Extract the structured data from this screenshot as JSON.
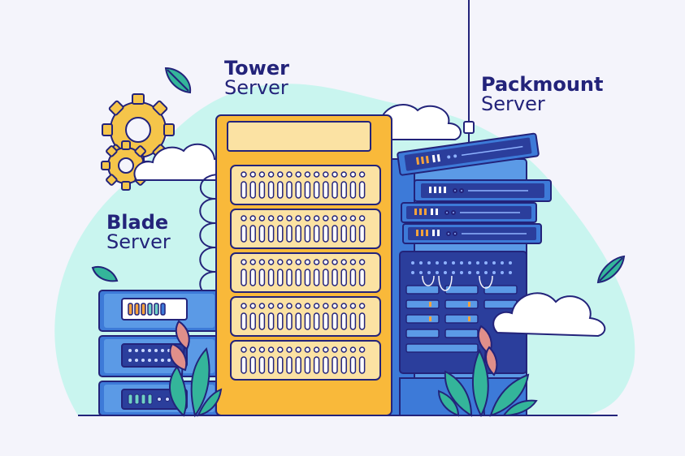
{
  "labels": {
    "tower": {
      "bold": "Tower",
      "normal": "Server"
    },
    "packmount": {
      "bold": "Packmount",
      "normal": "Server"
    },
    "blade": {
      "bold": "Blade",
      "normal": "Server"
    }
  },
  "colors": {
    "background": "#f4f4fb",
    "blob": "#c9f5ef",
    "navy": "#23237a",
    "tower_orange": "#f9b93a",
    "tower_panel": "#fbe2a3",
    "rack_blue": "#3d7ad8",
    "rack_dark": "#2b3e9c",
    "rack_light": "#5b9ae6",
    "gear": "#f5c54a",
    "leaf_green": "#34b59a",
    "leaf_pink": "#e08f8a",
    "cloud": "#ffffff",
    "accent_orange": "#f5a23c",
    "accent_teal": "#6fd1c4"
  },
  "icons": [
    "gear-icon",
    "cloud-icon",
    "leaf-icon",
    "plant-icon",
    "cable-icon"
  ]
}
